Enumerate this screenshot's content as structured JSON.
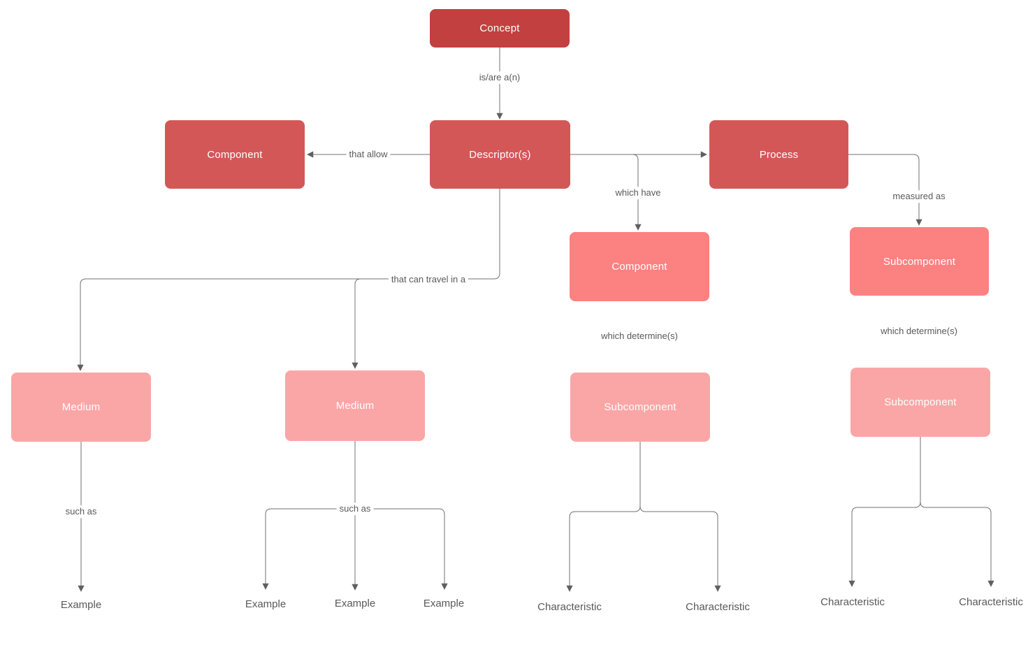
{
  "diagram": {
    "nodes": {
      "concept": {
        "label": "Concept",
        "color": "#c2403f"
      },
      "component_left": {
        "label": "Component",
        "color": "#d45757"
      },
      "descriptor": {
        "label": "Descriptor(s)",
        "color": "#d45757"
      },
      "process": {
        "label": "Process",
        "color": "#d45757"
      },
      "component_mid": {
        "label": "Component",
        "color": "#fc8181"
      },
      "subcomponent_right_top": {
        "label": "Subcomponent",
        "color": "#fc8181"
      },
      "medium_left": {
        "label": "Medium",
        "color": "#fba6a6"
      },
      "medium_center": {
        "label": "Medium",
        "color": "#fba6a6"
      },
      "subcomponent_mid": {
        "label": "Subcomponent",
        "color": "#fba6a6"
      },
      "subcomponent_right_bottom": {
        "label": "Subcomponent",
        "color": "#fba6a6"
      }
    },
    "edge_labels": {
      "is_are_an": "is/are a(n)",
      "that_allow": "that allow",
      "which_have": "which have",
      "measured_as": "measured as",
      "that_can_travel_in_a": "that can travel in a",
      "which_determines": "which determine(s)",
      "such_as": "such as"
    },
    "text_terminals": {
      "example": "Example",
      "characteristic": "Characteristic"
    },
    "colors": {
      "dark_red": "#c2403f",
      "red": "#d45757",
      "salmon": "#fc8181",
      "pink": "#fba6a6",
      "connector": "#707070",
      "arrowhead": "#5f5f5f",
      "label_text": "#595959",
      "node_text": "#ffffff",
      "background": "#ffffff"
    }
  }
}
